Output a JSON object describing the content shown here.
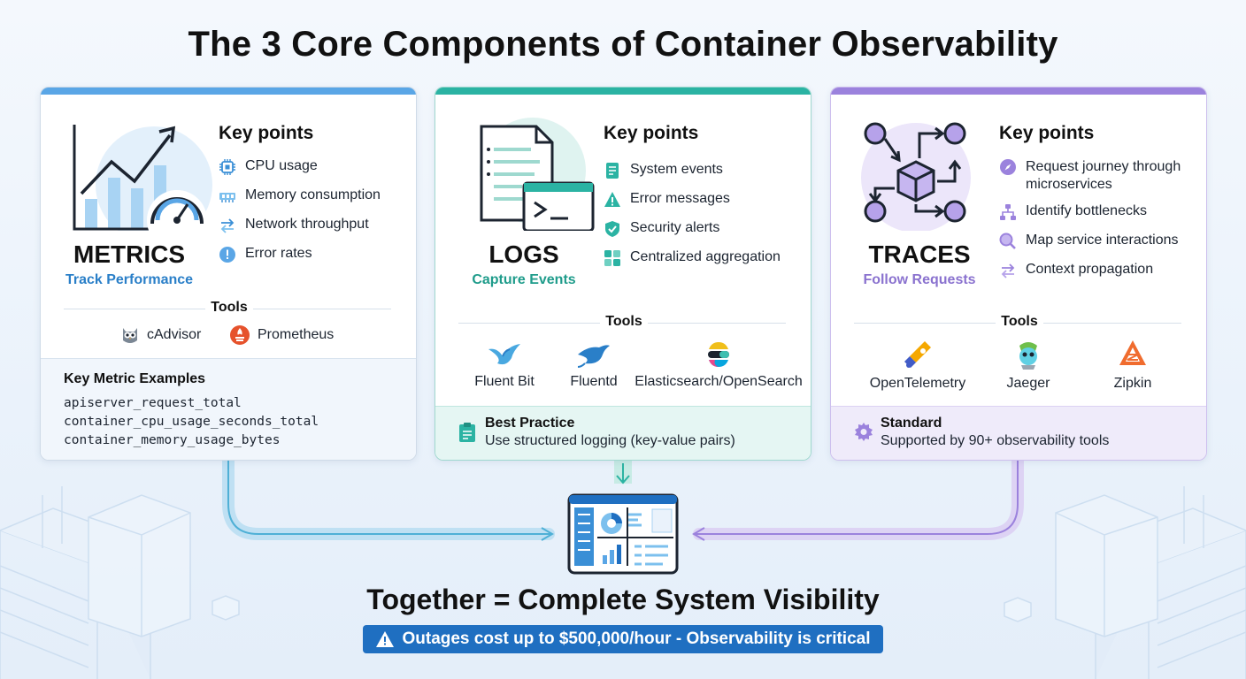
{
  "title": "The 3 Core Components of Container Observability",
  "colors": {
    "metrics": "#5aa6e6",
    "logs": "#2bb3a3",
    "traces": "#9b82dd",
    "banner": "#1f6fc1"
  },
  "metrics": {
    "name": "METRICS",
    "subtitle": "Track Performance",
    "icon": "line-chart-gauge-icon",
    "key_points_title": "Key points",
    "key_points": [
      {
        "icon": "cpu-icon",
        "label": "CPU usage"
      },
      {
        "icon": "memory-icon",
        "label": "Memory consumption"
      },
      {
        "icon": "arrows-icon",
        "label": "Network throughput"
      },
      {
        "icon": "alert-circle-icon",
        "label": "Error rates"
      }
    ],
    "tools_label": "Tools",
    "tools": [
      {
        "icon": "owl-icon",
        "label": "cAdvisor"
      },
      {
        "icon": "prometheus-icon",
        "label": "Prometheus"
      }
    ],
    "examples_title": "Key Metric Examples",
    "examples": [
      "apiserver_request_total",
      "container_cpu_usage_seconds_total",
      "container_memory_usage_bytes"
    ]
  },
  "logs": {
    "name": "LOGS",
    "subtitle": "Capture Events",
    "icon": "document-terminal-icon",
    "key_points_title": "Key points",
    "key_points": [
      {
        "icon": "list-doc-icon",
        "label": "System events"
      },
      {
        "icon": "warning-icon",
        "label": "Error messages"
      },
      {
        "icon": "shield-icon",
        "label": "Security alerts"
      },
      {
        "icon": "grid-icon",
        "label": "Centralized aggregation"
      }
    ],
    "tools_label": "Tools",
    "tools": [
      {
        "icon": "fluent-bit-bird-icon",
        "label": "Fluent Bit"
      },
      {
        "icon": "fluentd-bird-icon",
        "label": "Fluentd"
      },
      {
        "icon": "elastic-icon",
        "label": "Elasticsearch/OpenSearch"
      }
    ],
    "note_title": "Best Practice",
    "note_text": "Use structured logging (key-value pairs)"
  },
  "traces": {
    "name": "TRACES",
    "subtitle": "Follow Requests",
    "icon": "network-cube-icon",
    "key_points_title": "Key points",
    "key_points": [
      {
        "icon": "compass-icon",
        "label": "Request journey through microservices"
      },
      {
        "icon": "hierarchy-icon",
        "label": "Identify bottlenecks"
      },
      {
        "icon": "search-icon",
        "label": "Map service interactions"
      },
      {
        "icon": "swap-arrows-icon",
        "label": "Context propagation"
      }
    ],
    "tools_label": "Tools",
    "tools": [
      {
        "icon": "telescope-icon",
        "label": "OpenTelemetry"
      },
      {
        "icon": "jaeger-icon",
        "label": "Jaeger"
      },
      {
        "icon": "zipkin-icon",
        "label": "Zipkin"
      }
    ],
    "note_title": "Standard",
    "note_text": "Supported by 90+ observability tools"
  },
  "together": "Together = Complete System Visibility",
  "warning": "Outages cost up to $500,000/hour - Observability is critical"
}
